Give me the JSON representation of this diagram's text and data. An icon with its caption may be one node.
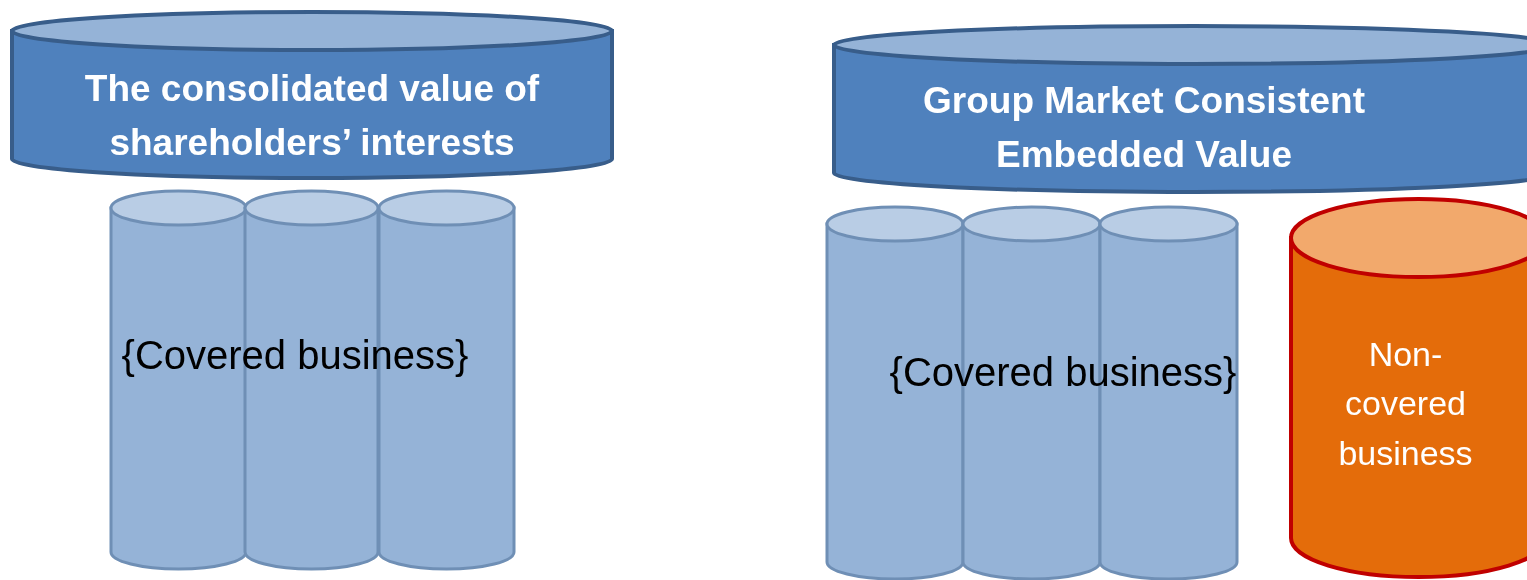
{
  "diagram": {
    "nodes": [
      {
        "text": [
          "The consolidated value of shareholders’ interests"
        ]
      },
      {
        "text": [],
        "shape": "cylinder"
      },
      {
        "text": [],
        "shape": "cylinder"
      },
      {
        "text": [],
        "shape": "cylinder"
      },
      {
        "text": [
          "Group Market Consistent Embedded Value"
        ]
      },
      {
        "text": [],
        "shape": "cylinder"
      },
      {
        "text": [],
        "shape": "cylinder"
      },
      {
        "text": [],
        "shape": "cylinder"
      },
      {
        "text": [
          "Non-covered business"
        ]
      }
    ],
    "labels": [
      "{Covered business}",
      "{Covered business}"
    ]
  }
}
